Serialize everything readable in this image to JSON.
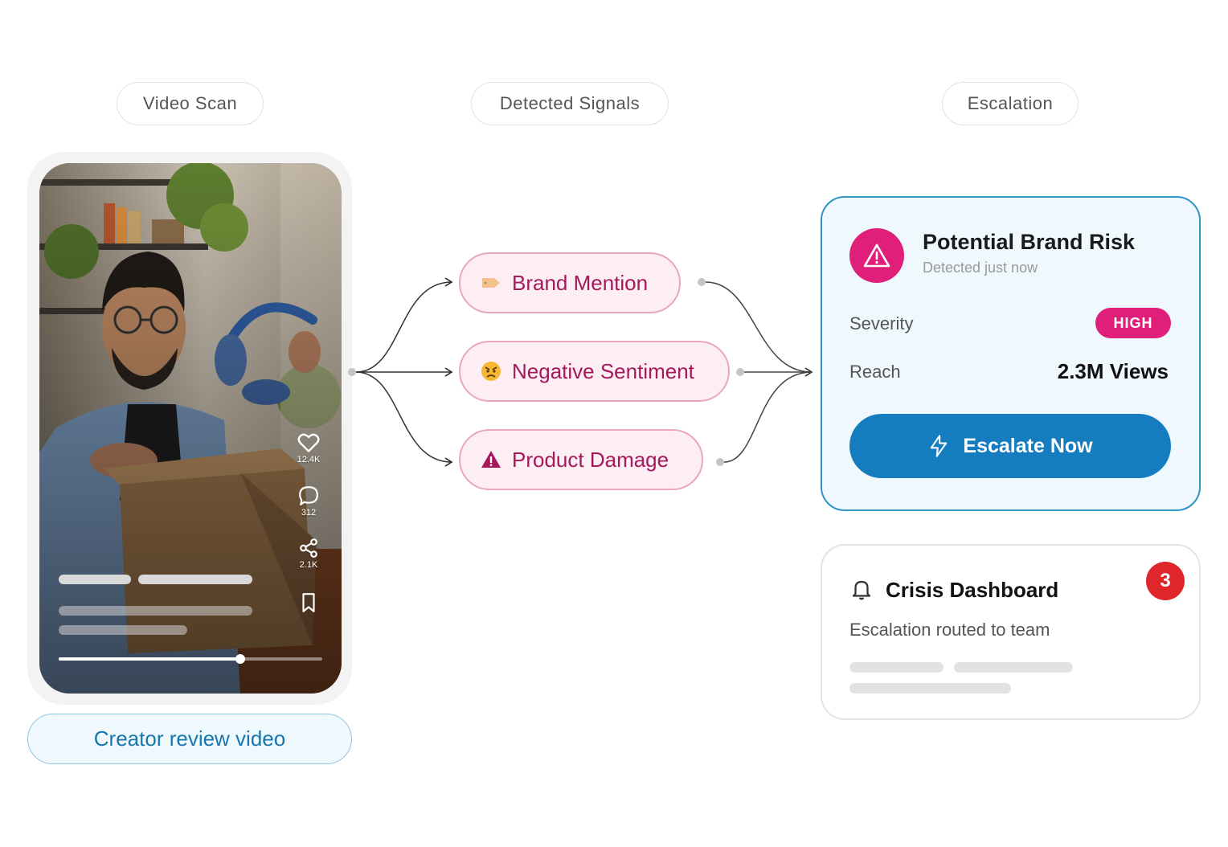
{
  "stages": {
    "video_scan": "Video Scan",
    "detected_signals": "Detected Signals",
    "escalation": "Escalation"
  },
  "video": {
    "likes": "12.4K",
    "comments": "312",
    "shares": "2.1K",
    "progress_fraction": 0.69,
    "caption": "Creator review video"
  },
  "signals": [
    {
      "label": "Brand Mention",
      "icon": "price-tag-icon"
    },
    {
      "label": "Negative Sentiment",
      "icon": "angry-face-icon"
    },
    {
      "label": "Product Damage",
      "icon": "warning-icon"
    }
  ],
  "risk": {
    "title": "Potential Brand Risk",
    "subtitle": "Detected just now",
    "severity_label": "Severity",
    "severity_value": "HIGH",
    "reach_label": "Reach",
    "reach_value": "2.3M Views",
    "button_label": "Escalate Now"
  },
  "crisis": {
    "title": "Crisis Dashboard",
    "subtitle": "Escalation routed to team",
    "badge_count": "3"
  },
  "colors": {
    "accent_blue": "#157cc0",
    "accent_pink": "#e01f7a",
    "chip_text": "#a3195b",
    "badge_red": "#e0262b"
  }
}
